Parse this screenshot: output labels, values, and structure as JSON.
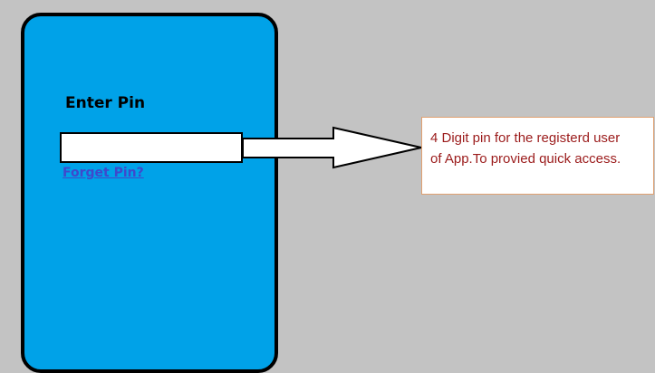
{
  "pin_screen": {
    "label": "Enter Pin",
    "pin_value": "",
    "forget_link": "Forget Pin?"
  },
  "annotation": {
    "lines": [
      "4 Digit pin for the registerd user",
      "of App.To provied quick access."
    ]
  },
  "colors": {
    "background": "#c3c3c3",
    "phone_fill": "#00a2e8",
    "phone_border": "#000000",
    "link": "#3f48cc",
    "note_text": "#9b1b1b",
    "note_border": "#e0a070"
  },
  "icons": {
    "arrow": "right-arrow"
  }
}
